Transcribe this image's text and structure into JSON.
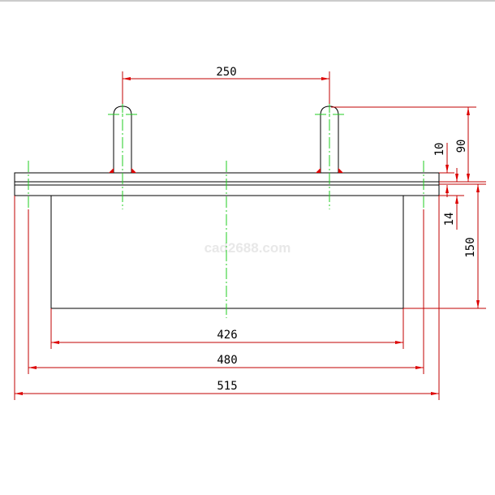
{
  "drawing": {
    "watermark": "cad2688.com",
    "dimensions": {
      "pin_spacing": "250",
      "body_width": "426",
      "hole_spacing": "480",
      "plate_width": "515",
      "pin_height": "90",
      "plate_top_thickness": "10",
      "plate_thickness": "14",
      "body_height": "150"
    },
    "colors": {
      "outline": "#000000",
      "centerline": "#22cc22",
      "dimension": "#c00000"
    }
  }
}
